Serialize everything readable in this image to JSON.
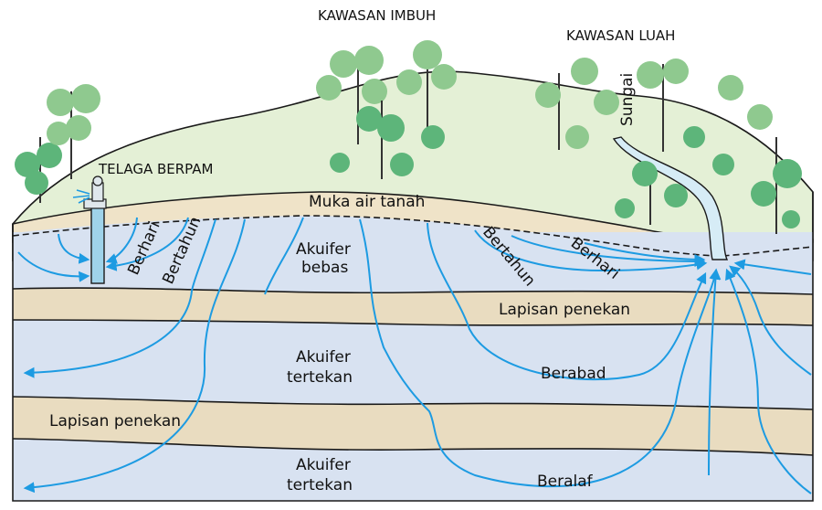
{
  "headings": {
    "recharge_area": "KAWASAN IMBUH",
    "discharge_area": "KAWASAN LUAH",
    "pumping_well": "TELAGA BERPAM"
  },
  "labels": {
    "river": "Sungai",
    "water_table": "Muka air tanah",
    "unconfined_aquifer_line1": "Akuifer",
    "unconfined_aquifer_line2": "bebas",
    "confining_layer_upper": "Lapisan penekan",
    "confining_layer_lower": "Lapisan penekan",
    "confined_aquifer_1_line1": "Akuifer",
    "confined_aquifer_1_line2": "tertekan",
    "confined_aquifer_2_line1": "Akuifer",
    "confined_aquifer_2_line2": "tertekan"
  },
  "flow_times": {
    "days_left": "Berhari",
    "years_left": "Bertahun",
    "years_right": "Bertahun",
    "days_right": "Berhari",
    "centuries": "Berabad",
    "millennia": "Beralaf"
  },
  "colors": {
    "sky_ground": "#e4f0d6",
    "soil": "#efe3c8",
    "aquifer": "#d8e2f1",
    "confining": "#e9dcc0",
    "flow": "#1d9be2",
    "tree_light": "#8fc98f",
    "tree_dark": "#5db57a",
    "river": "#d6ecf6"
  }
}
